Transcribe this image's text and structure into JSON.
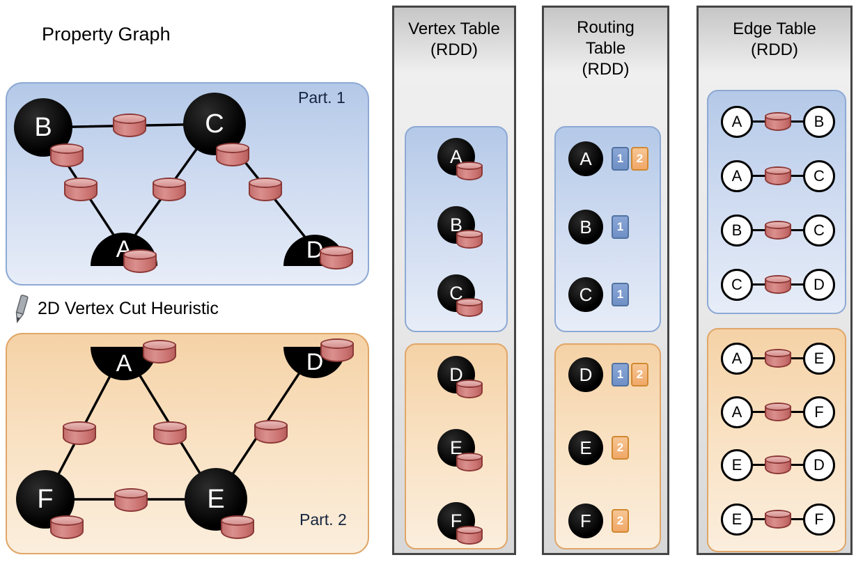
{
  "colors": {
    "partition1_fill": "#c3d4ec",
    "partition1_border": "#8da9d4",
    "partition2_fill": "#f9e2c4",
    "partition2_border": "#e0a668",
    "container_fill": "#e2e2e2",
    "container_border": "#454545",
    "cylinder_fill": "#d08280",
    "cylinder_border": "#8c3836",
    "badge_partition1": "#6f90c6",
    "badge_partition2": "#f0a868",
    "vertex_fill": "#000000"
  },
  "property_graph": {
    "title": "Property Graph",
    "heuristic_label": "2D Vertex Cut Heuristic",
    "part1": {
      "label": "Part. 1",
      "vertices": {
        "b": "B",
        "c": "C",
        "a": "A",
        "d": "D"
      },
      "edges": [
        {
          "src": "B",
          "dst": "C"
        },
        {
          "src": "B",
          "dst": "A"
        },
        {
          "src": "C",
          "dst": "A"
        },
        {
          "src": "C",
          "dst": "D"
        }
      ]
    },
    "part2": {
      "label": "Part. 2",
      "vertices": {
        "a": "A",
        "d": "D",
        "f": "F",
        "e": "E"
      },
      "edges": [
        {
          "src": "A",
          "dst": "F"
        },
        {
          "src": "A",
          "dst": "E"
        },
        {
          "src": "F",
          "dst": "E"
        },
        {
          "src": "E",
          "dst": "D"
        }
      ]
    }
  },
  "vertex_table": {
    "title": [
      "Vertex Table",
      "(RDD)"
    ],
    "part1": [
      "A",
      "B",
      "C"
    ],
    "part2": [
      "D",
      "E",
      "F"
    ]
  },
  "routing_table": {
    "title": [
      "Routing",
      "Table",
      "(RDD)"
    ],
    "part1": [
      {
        "vertex": "A",
        "partitions": [
          "1",
          "2"
        ]
      },
      {
        "vertex": "B",
        "partitions": [
          "1"
        ]
      },
      {
        "vertex": "C",
        "partitions": [
          "1"
        ]
      }
    ],
    "part2": [
      {
        "vertex": "D",
        "partitions": [
          "1",
          "2"
        ]
      },
      {
        "vertex": "E",
        "partitions": [
          "2"
        ]
      },
      {
        "vertex": "F",
        "partitions": [
          "2"
        ]
      }
    ]
  },
  "edge_table": {
    "title": [
      "Edge Table",
      "(RDD)"
    ],
    "part1": [
      {
        "src": "A",
        "dst": "B"
      },
      {
        "src": "A",
        "dst": "C"
      },
      {
        "src": "B",
        "dst": "C"
      },
      {
        "src": "C",
        "dst": "D"
      }
    ],
    "part2": [
      {
        "src": "A",
        "dst": "E"
      },
      {
        "src": "A",
        "dst": "F"
      },
      {
        "src": "E",
        "dst": "D"
      },
      {
        "src": "E",
        "dst": "F"
      }
    ]
  }
}
